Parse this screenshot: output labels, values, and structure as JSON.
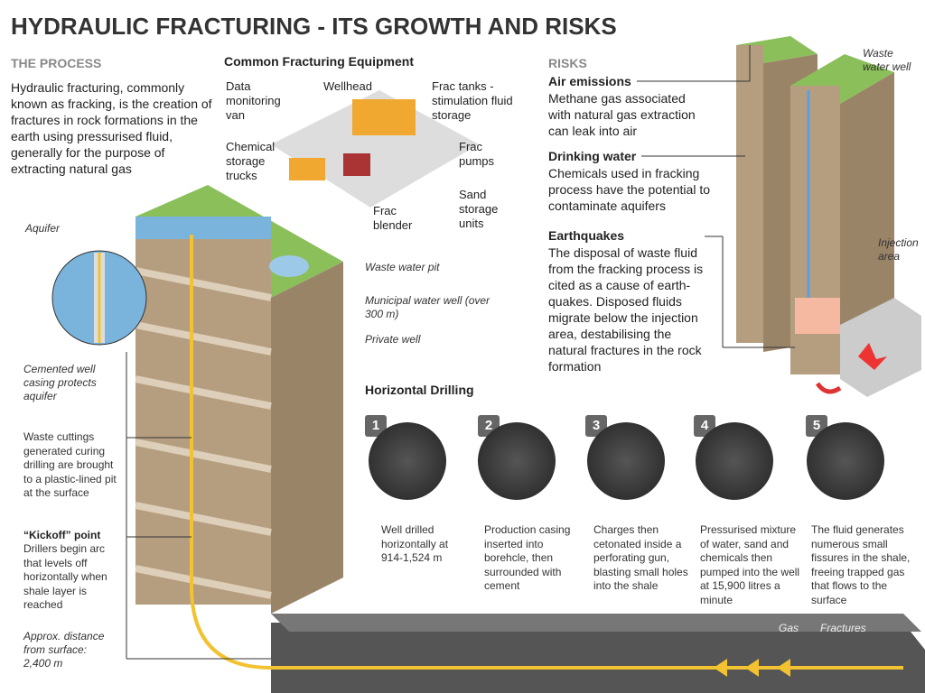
{
  "title": "HYDRAULIC FRACTURING - ITS GROWTH AND RISKS",
  "process": {
    "heading": "THE PROCESS",
    "text": "Hydraulic fracturing, commonly known as fracking, is the creation of fractures in rock formations in the earth using pressurised fluid, generally for the purpose of extracting natural gas"
  },
  "equipment": {
    "heading": "Common Fracturing Equipment",
    "labels": [
      "Data monitoring van",
      "Wellhead",
      "Frac tanks - stimulation fluid storage",
      "Chemical storage trucks",
      "Frac pumps",
      "Sand storage units",
      "Frac blender"
    ]
  },
  "risks": {
    "heading": "RISKS",
    "items": [
      {
        "title": "Air emissions",
        "text": "Methane gas associated with natural gas extraction can leak into air"
      },
      {
        "title": "Drinking water",
        "text": "Chemicals used in fracking process have the potential to contaminate aquifers"
      },
      {
        "title": "Earthquakes",
        "text": "The disposal of waste fluid from the fracking process is cited as a cause of earth-quakes. Disposed fluids migrate below the injection area, destabilising the natural fractures in the rock formation"
      }
    ],
    "waste_well": "Waste water well",
    "injection_area": "Injection area"
  },
  "diagram": {
    "aquifer": "Aquifer",
    "waste_pit": "Waste water pit",
    "municipal": "Municipal water well (over 300 m)",
    "private": "Private well",
    "cemented": "Cemented well casing protects aquifer",
    "cuttings": "Waste cuttings generated curing drilling are brought to a plastic-lined pit at the surface",
    "kickoff_title": "“Kickoff” point",
    "kickoff": "Drillers begin arc that levels off horizontally when shale layer is reached",
    "distance": "Approx. distance from surface: 2,400 m",
    "gas": "Gas",
    "fractures": "Fractures"
  },
  "horizontal": {
    "heading": "Horizontal Drilling",
    "steps": [
      {
        "n": "1",
        "text": "Well drilled horizontally at 914-1,524 m"
      },
      {
        "n": "2",
        "text": "Production casing inserted into borehcle, then surrounded with cement"
      },
      {
        "n": "3",
        "text": "Charges then cetonated inside a perforating gun, blasting small holes into the shale"
      },
      {
        "n": "4",
        "text": "Pressurised mixture of water, sand and chemicals then pumped into the well at 15,900 litres a minute"
      },
      {
        "n": "5",
        "text": "The fluid generates numerous small fissures in the shale, freeing trapped gas that flows to the surface"
      }
    ]
  }
}
